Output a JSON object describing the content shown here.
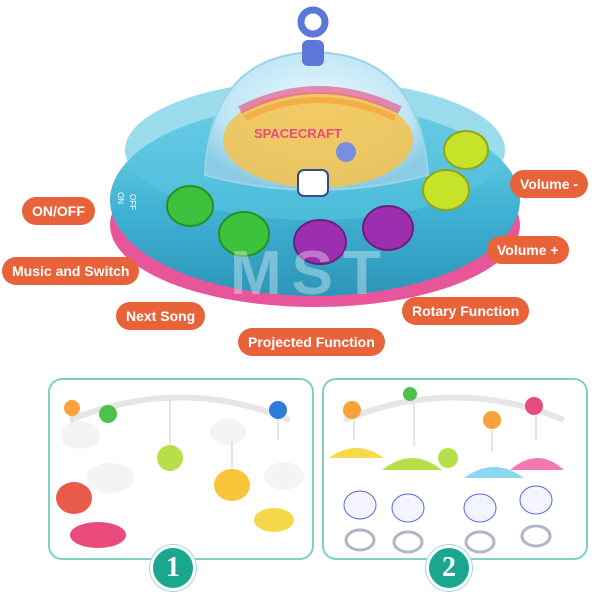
{
  "device": {
    "dome_label": "SPACECRAFT",
    "switch_on": "ON",
    "switch_off": "OFF"
  },
  "callouts": {
    "on_off": "ON/OFF",
    "music_switch": "Music and Switch",
    "next_song": "Next Song",
    "projected": "Projected Function",
    "rotary": "Rotary Function",
    "volume_up": "Volume +",
    "volume_down": "Volume -"
  },
  "watermark": "MST",
  "panels": {
    "left_number": "1",
    "right_number": "2"
  },
  "colors": {
    "callout_bg": "#e8623a",
    "ufo_body": "#4dbcd9",
    "ufo_rim": "#e9559a",
    "button_green": "#3cc23c",
    "button_lime": "#c6e32a",
    "button_purple": "#9b2fb0",
    "panel_border": "#7ed0c5",
    "badge": "#1aa68f"
  }
}
